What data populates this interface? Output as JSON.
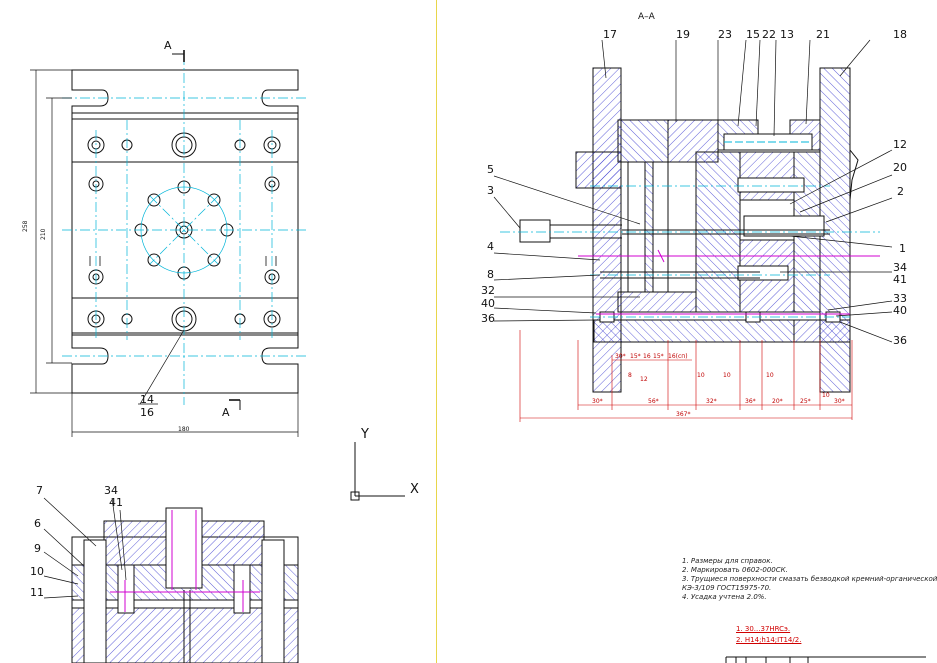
{
  "section": {
    "top_label": "A",
    "bottom_label": "A",
    "title": "A–A"
  },
  "plan_dims": {
    "overall_height": "258",
    "inner_height": "210",
    "width": "180"
  },
  "plan_callouts": {
    "a": "14",
    "b": "16"
  },
  "section_callouts": {
    "top": [
      "17",
      "19",
      "23",
      "15",
      "22",
      "13",
      "21",
      "18"
    ],
    "left": [
      "5",
      "3",
      "4",
      "8",
      "32",
      "40",
      "36"
    ],
    "right": [
      "12",
      "20",
      "2",
      "1",
      "34",
      "41",
      "33",
      "40",
      "36"
    ]
  },
  "section_dims": {
    "chain": [
      "30*",
      "56*",
      "32*",
      "36*",
      "20*",
      "25*",
      "30*"
    ],
    "overall": "367*",
    "small": [
      "30*",
      "15*",
      "16",
      "15*",
      "16(сп)",
      "8",
      "12",
      "10",
      "10",
      "10",
      "10"
    ]
  },
  "detail_callouts": {
    "left": [
      "7",
      "6",
      "9",
      "10",
      "11"
    ],
    "top": [
      "34",
      "41"
    ]
  },
  "ucs": {
    "x": "X",
    "y": "Y"
  },
  "notes": [
    "1. Размеры для справок.",
    "2. Маркировать 0602-000СК.",
    "3. Трущиеся поверхности смазать безводкой кремний-органической",
    "КЭ-3/109 ГОСТ15975-70.",
    "4. Усадка учтена 2.0%."
  ],
  "requirements": [
    "1. 30...37HRCэ.",
    "2. H14;h14;IT14/2."
  ],
  "colors": {
    "line": "#111111",
    "center": "#00b5d8",
    "red": "#d00000",
    "magenta": "#d000d0",
    "divider": "#e8d64a",
    "hatch": "#2a2acc"
  }
}
